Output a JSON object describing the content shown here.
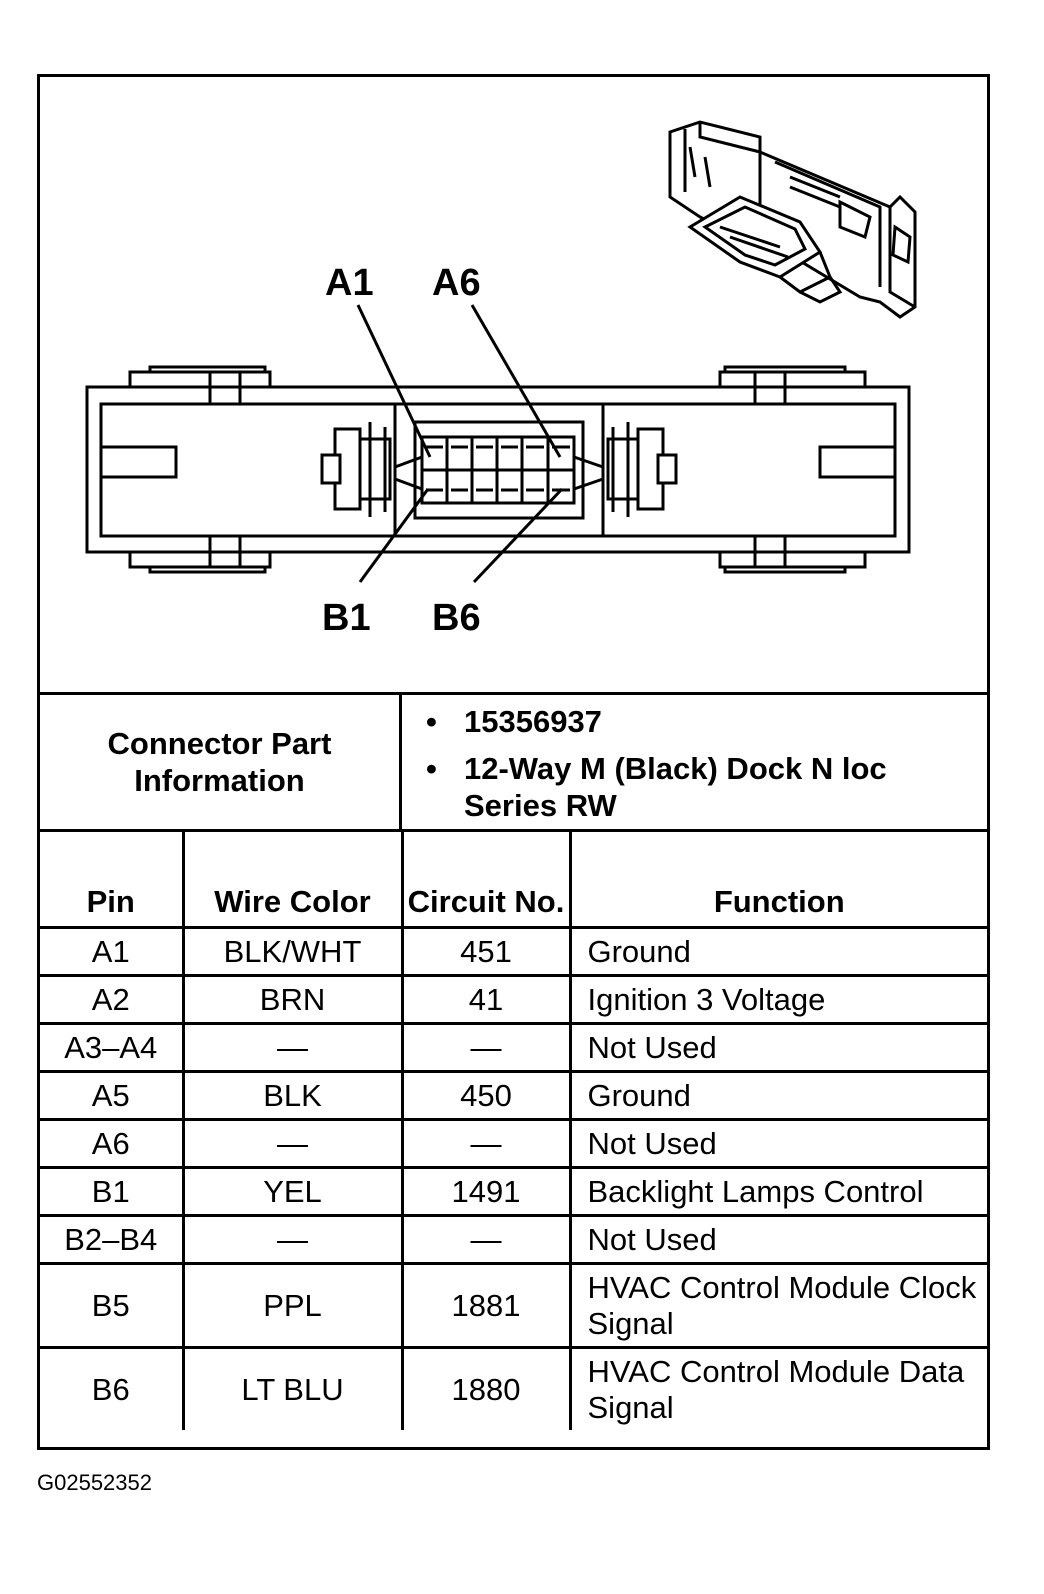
{
  "pin_callouts": {
    "a1": "A1",
    "a6": "A6",
    "b1": "B1",
    "b6": "B6"
  },
  "connector_info": {
    "label": "Connector Part Information",
    "items": [
      "15356937",
      "12-Way M (Black) Dock N loc Series RW"
    ],
    "bullet": "•"
  },
  "pin_table": {
    "headers": {
      "pin": "Pin",
      "wire_color": "Wire Color",
      "circuit_no": "Circuit No.",
      "function": "Function"
    },
    "rows": [
      {
        "pin": "A1",
        "wire_color": "BLK/WHT",
        "circuit_no": "451",
        "function": "Ground"
      },
      {
        "pin": "A2",
        "wire_color": "BRN",
        "circuit_no": "41",
        "function": "Ignition 3 Voltage"
      },
      {
        "pin": "A3–A4",
        "wire_color": "—",
        "circuit_no": "—",
        "function": "Not Used"
      },
      {
        "pin": "A5",
        "wire_color": "BLK",
        "circuit_no": "450",
        "function": "Ground"
      },
      {
        "pin": "A6",
        "wire_color": "—",
        "circuit_no": "—",
        "function": "Not Used"
      },
      {
        "pin": "B1",
        "wire_color": "YEL",
        "circuit_no": "1491",
        "function": "Backlight Lamps Control"
      },
      {
        "pin": "B2–B4",
        "wire_color": "—",
        "circuit_no": "—",
        "function": "Not Used"
      },
      {
        "pin": "B5",
        "wire_color": "PPL",
        "circuit_no": "1881",
        "function": "HVAC Control Module Clock Signal"
      },
      {
        "pin": "B6",
        "wire_color": "LT BLU",
        "circuit_no": "1880",
        "function": "HVAC Control Module Data Signal"
      }
    ]
  },
  "figure_id": "G02552352",
  "colors": {
    "line": "#000000",
    "background": "#ffffff"
  }
}
